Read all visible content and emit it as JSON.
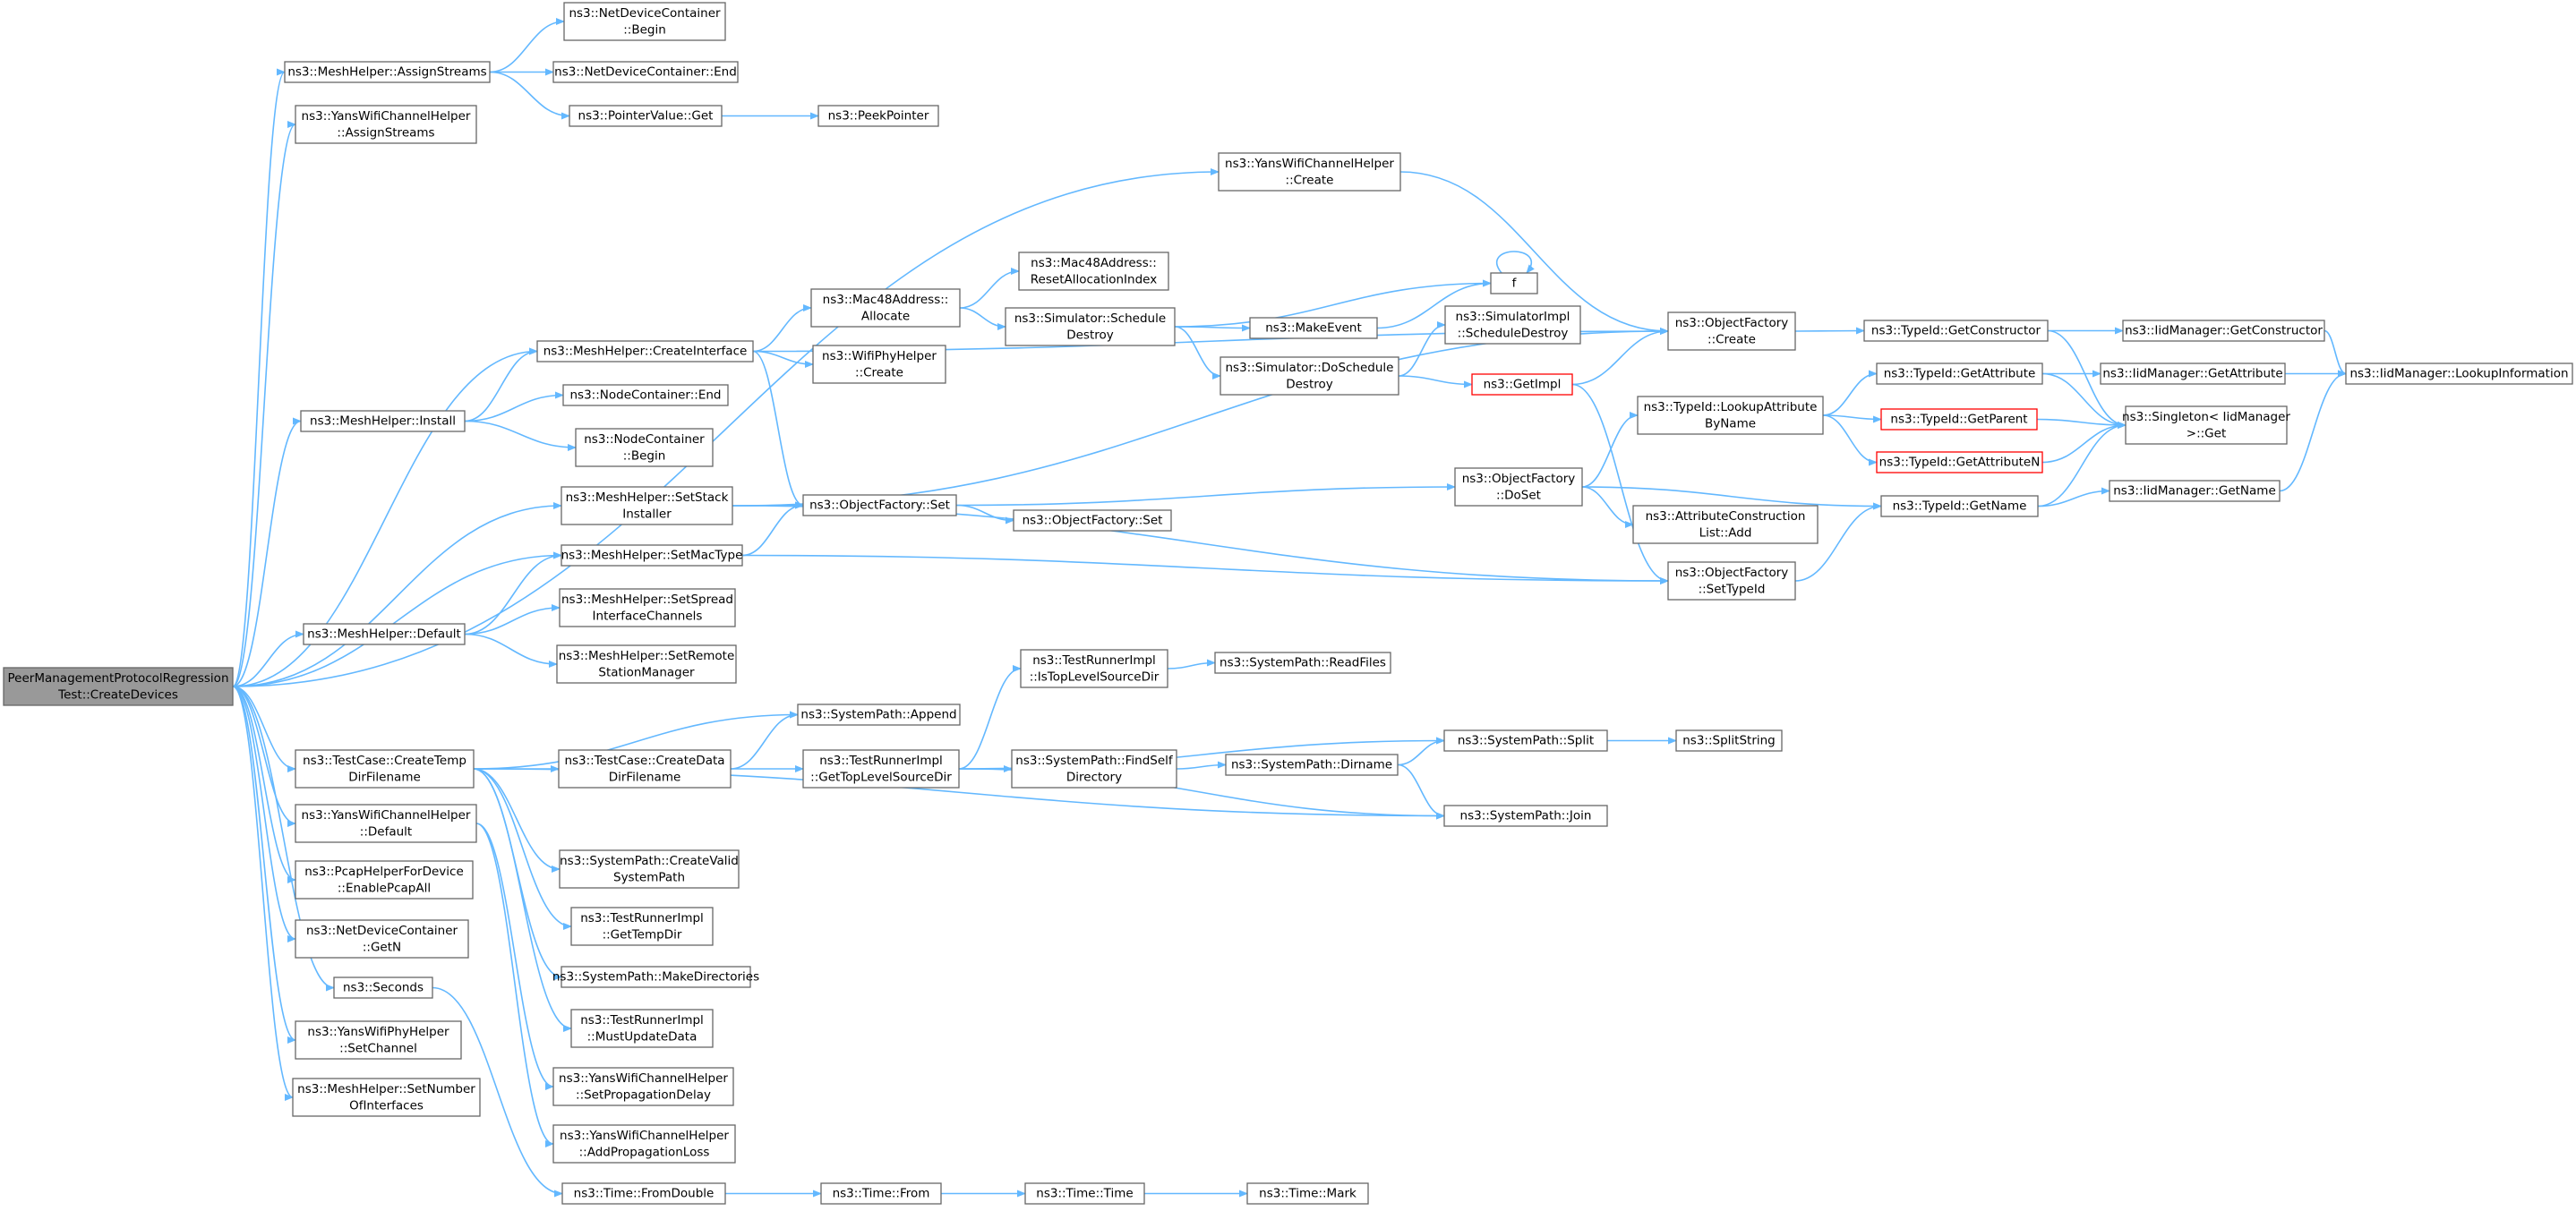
{
  "edge_color": "#63B8FF",
  "node_border_color": "#666666",
  "root_fill_color": "#999999",
  "truncated_border_color": "#ff0000",
  "nodes": [
    {
      "id": "root",
      "lines": [
        "PeerManagementProtocolRegression",
        "Test::CreateDevices"
      ],
      "root": true
    },
    {
      "id": "assignStreams",
      "lines": [
        "ns3::MeshHelper::AssignStreams"
      ]
    },
    {
      "id": "yansAssign",
      "lines": [
        "ns3::YansWifiChannelHelper",
        "::AssignStreams"
      ]
    },
    {
      "id": "ndcBegin",
      "lines": [
        "ns3::NetDeviceContainer",
        "::Begin"
      ]
    },
    {
      "id": "ndcEnd",
      "lines": [
        "ns3::NetDeviceContainer::End"
      ]
    },
    {
      "id": "ptrGet",
      "lines": [
        "ns3::PointerValue::Get"
      ]
    },
    {
      "id": "peek",
      "lines": [
        "ns3::PeekPointer"
      ]
    },
    {
      "id": "yansCreate",
      "lines": [
        "ns3::YansWifiChannelHelper",
        "::Create"
      ]
    },
    {
      "id": "macReset",
      "lines": [
        "ns3::Mac48Address::",
        "ResetAllocationIndex"
      ]
    },
    {
      "id": "f",
      "lines": [
        "f"
      ]
    },
    {
      "id": "macAlloc",
      "lines": [
        "ns3::Mac48Address::",
        "Allocate"
      ]
    },
    {
      "id": "simSched",
      "lines": [
        "ns3::Simulator::Schedule",
        "Destroy"
      ]
    },
    {
      "id": "makeEvent",
      "lines": [
        "ns3::MakeEvent"
      ]
    },
    {
      "id": "createIf",
      "lines": [
        "ns3::MeshHelper::CreateInterface"
      ]
    },
    {
      "id": "wifiPhyCreate",
      "lines": [
        "ns3::WifiPhyHelper",
        "::Create"
      ]
    },
    {
      "id": "simImplSched",
      "lines": [
        "ns3::SimulatorImpl",
        "::ScheduleDestroy"
      ]
    },
    {
      "id": "ofCreate",
      "lines": [
        "ns3::ObjectFactory",
        "::Create"
      ]
    },
    {
      "id": "getCtor",
      "lines": [
        "ns3::TypeId::GetConstructor"
      ]
    },
    {
      "id": "iidGetCtor",
      "lines": [
        "ns3::IidManager::GetConstructor"
      ]
    },
    {
      "id": "lookupInfo",
      "lines": [
        "ns3::IidManager::LookupInformation"
      ]
    },
    {
      "id": "simDoSched",
      "lines": [
        "ns3::Simulator::DoSchedule",
        "Destroy"
      ]
    },
    {
      "id": "getImpl",
      "lines": [
        "ns3::GetImpl"
      ],
      "truncated": true
    },
    {
      "id": "install",
      "lines": [
        "ns3::MeshHelper::Install"
      ]
    },
    {
      "id": "ncEnd",
      "lines": [
        "ns3::NodeContainer::End"
      ]
    },
    {
      "id": "ncBegin",
      "lines": [
        "ns3::NodeContainer",
        "::Begin"
      ]
    },
    {
      "id": "getAttr",
      "lines": [
        "ns3::TypeId::GetAttribute"
      ]
    },
    {
      "id": "iidGetAttr",
      "lines": [
        "ns3::IidManager::GetAttribute"
      ]
    },
    {
      "id": "lookupAttr",
      "lines": [
        "ns3::TypeId::LookupAttribute",
        "ByName"
      ]
    },
    {
      "id": "getParent",
      "lines": [
        "ns3::TypeId::GetParent"
      ],
      "truncated": true
    },
    {
      "id": "singleton",
      "lines": [
        "ns3::Singleton< IidManager",
        ">::Get"
      ]
    },
    {
      "id": "getAttrN",
      "lines": [
        "ns3::TypeId::GetAttributeN"
      ],
      "truncated": true
    },
    {
      "id": "setStack",
      "lines": [
        "ns3::MeshHelper::SetStack",
        "Installer"
      ]
    },
    {
      "id": "ofSet",
      "lines": [
        "ns3::ObjectFactory::Set"
      ]
    },
    {
      "id": "ofDoSet",
      "lines": [
        "ns3::ObjectFactory",
        "::DoSet"
      ]
    },
    {
      "id": "getName",
      "lines": [
        "ns3::TypeId::GetName"
      ]
    },
    {
      "id": "iidGetName",
      "lines": [
        "ns3::IidManager::GetName"
      ]
    },
    {
      "id": "ofSet2",
      "lines": [
        "ns3::ObjectFactory::Set"
      ]
    },
    {
      "id": "attrAdd",
      "lines": [
        "ns3::AttributeConstruction",
        "List::Add"
      ]
    },
    {
      "id": "setMac",
      "lines": [
        "ns3::MeshHelper::SetMacType"
      ]
    },
    {
      "id": "ofSetTid",
      "lines": [
        "ns3::ObjectFactory",
        "::SetTypeId"
      ]
    },
    {
      "id": "default",
      "lines": [
        "ns3::MeshHelper::Default"
      ]
    },
    {
      "id": "setSpread",
      "lines": [
        "ns3::MeshHelper::SetSpread",
        "InterfaceChannels"
      ]
    },
    {
      "id": "setRemote",
      "lines": [
        "ns3::MeshHelper::SetRemote",
        "StationManager"
      ]
    },
    {
      "id": "isTop",
      "lines": [
        "ns3::TestRunnerImpl",
        "::IsTopLevelSourceDir"
      ]
    },
    {
      "id": "readFiles",
      "lines": [
        "ns3::SystemPath::ReadFiles"
      ]
    },
    {
      "id": "append",
      "lines": [
        "ns3::SystemPath::Append"
      ]
    },
    {
      "id": "split",
      "lines": [
        "ns3::SystemPath::Split"
      ]
    },
    {
      "id": "splitString",
      "lines": [
        "ns3::SplitString"
      ]
    },
    {
      "id": "tempDir",
      "lines": [
        "ns3::TestCase::CreateTemp",
        "DirFilename"
      ]
    },
    {
      "id": "dataDir",
      "lines": [
        "ns3::TestCase::CreateData",
        "DirFilename"
      ]
    },
    {
      "id": "getTop",
      "lines": [
        "ns3::TestRunnerImpl",
        "::GetTopLevelSourceDir"
      ]
    },
    {
      "id": "findSelf",
      "lines": [
        "ns3::SystemPath::FindSelf",
        "Directory"
      ]
    },
    {
      "id": "dirname",
      "lines": [
        "ns3::SystemPath::Dirname"
      ]
    },
    {
      "id": "yansDefault",
      "lines": [
        "ns3::YansWifiChannelHelper",
        "::Default"
      ]
    },
    {
      "id": "join",
      "lines": [
        "ns3::SystemPath::Join"
      ]
    },
    {
      "id": "createValid",
      "lines": [
        "ns3::SystemPath::CreateValid",
        "SystemPath"
      ]
    },
    {
      "id": "pcap",
      "lines": [
        "ns3::PcapHelperForDevice",
        "::EnablePcapAll"
      ]
    },
    {
      "id": "getTempDir",
      "lines": [
        "ns3::TestRunnerImpl",
        "::GetTempDir"
      ]
    },
    {
      "id": "getN",
      "lines": [
        "ns3::NetDeviceContainer",
        "::GetN"
      ]
    },
    {
      "id": "makeDirs",
      "lines": [
        "ns3::SystemPath::MakeDirectories"
      ]
    },
    {
      "id": "seconds",
      "lines": [
        "ns3::Seconds"
      ]
    },
    {
      "id": "mustUpdate",
      "lines": [
        "ns3::TestRunnerImpl",
        "::MustUpdateData"
      ]
    },
    {
      "id": "setChannel",
      "lines": [
        "ns3::YansWifiPhyHelper",
        "::SetChannel"
      ]
    },
    {
      "id": "setPropDelay",
      "lines": [
        "ns3::YansWifiChannelHelper",
        "::SetPropagationDelay"
      ]
    },
    {
      "id": "setNumIf",
      "lines": [
        "ns3::MeshHelper::SetNumber",
        "OfInterfaces"
      ]
    },
    {
      "id": "addPropLoss",
      "lines": [
        "ns3::YansWifiChannelHelper",
        "::AddPropagationLoss"
      ]
    },
    {
      "id": "fromDouble",
      "lines": [
        "ns3::Time::FromDouble"
      ]
    },
    {
      "id": "timeFrom",
      "lines": [
        "ns3::Time::From"
      ]
    },
    {
      "id": "timeTime",
      "lines": [
        "ns3::Time::Time"
      ]
    },
    {
      "id": "timeMark",
      "lines": [
        "ns3::Time::Mark"
      ]
    }
  ],
  "edges": [
    [
      "root",
      "assignStreams"
    ],
    [
      "root",
      "yansAssign"
    ],
    [
      "root",
      "yansCreate"
    ],
    [
      "root",
      "createIf"
    ],
    [
      "root",
      "install"
    ],
    [
      "root",
      "setStack"
    ],
    [
      "root",
      "setMac"
    ],
    [
      "root",
      "default"
    ],
    [
      "root",
      "tempDir"
    ],
    [
      "root",
      "yansDefault"
    ],
    [
      "root",
      "pcap"
    ],
    [
      "root",
      "getN"
    ],
    [
      "root",
      "seconds"
    ],
    [
      "root",
      "setChannel"
    ],
    [
      "root",
      "setNumIf"
    ],
    [
      "assignStreams",
      "ndcBegin"
    ],
    [
      "assignStreams",
      "ndcEnd"
    ],
    [
      "assignStreams",
      "ptrGet"
    ],
    [
      "ptrGet",
      "peek"
    ],
    [
      "yansCreate",
      "ofCreate"
    ],
    [
      "createIf",
      "ofCreate"
    ],
    [
      "createIf",
      "macAlloc"
    ],
    [
      "createIf",
      "wifiPhyCreate"
    ],
    [
      "createIf",
      "ofSet"
    ],
    [
      "macAlloc",
      "macReset"
    ],
    [
      "macAlloc",
      "simSched"
    ],
    [
      "simSched",
      "f"
    ],
    [
      "simSched",
      "makeEvent"
    ],
    [
      "simSched",
      "simDoSched"
    ],
    [
      "makeEvent",
      "f"
    ],
    [
      "f",
      "f"
    ],
    [
      "simDoSched",
      "simImplSched"
    ],
    [
      "simDoSched",
      "getImpl"
    ],
    [
      "getImpl",
      "ofCreate"
    ],
    [
      "getImpl",
      "ofSetTid"
    ],
    [
      "ofCreate",
      "getCtor"
    ],
    [
      "getCtor",
      "iidGetCtor"
    ],
    [
      "getCtor",
      "singleton"
    ],
    [
      "iidGetCtor",
      "lookupInfo"
    ],
    [
      "install",
      "createIf"
    ],
    [
      "install",
      "ncEnd"
    ],
    [
      "install",
      "ncBegin"
    ],
    [
      "setStack",
      "ofCreate"
    ],
    [
      "setStack",
      "ofSet"
    ],
    [
      "setStack",
      "ofSetTid"
    ],
    [
      "setMac",
      "ofSet"
    ],
    [
      "setMac",
      "ofSetTid"
    ],
    [
      "default",
      "setMac"
    ],
    [
      "default",
      "setSpread"
    ],
    [
      "default",
      "setRemote"
    ],
    [
      "ofSet",
      "ofDoSet"
    ],
    [
      "ofSet",
      "ofSet2"
    ],
    [
      "ofDoSet",
      "lookupAttr"
    ],
    [
      "ofDoSet",
      "attrAdd"
    ],
    [
      "ofDoSet",
      "getName"
    ],
    [
      "lookupAttr",
      "getAttr"
    ],
    [
      "lookupAttr",
      "getParent"
    ],
    [
      "lookupAttr",
      "getAttrN"
    ],
    [
      "getAttr",
      "iidGetAttr"
    ],
    [
      "getAttr",
      "singleton"
    ],
    [
      "iidGetAttr",
      "lookupInfo"
    ],
    [
      "getParent",
      "singleton"
    ],
    [
      "getAttrN",
      "singleton"
    ],
    [
      "getName",
      "singleton"
    ],
    [
      "getName",
      "iidGetName"
    ],
    [
      "iidGetName",
      "lookupInfo"
    ],
    [
      "ofSetTid",
      "getName"
    ],
    [
      "tempDir",
      "append"
    ],
    [
      "tempDir",
      "dataDir"
    ],
    [
      "tempDir",
      "join"
    ],
    [
      "tempDir",
      "createValid"
    ],
    [
      "tempDir",
      "getTempDir"
    ],
    [
      "tempDir",
      "makeDirs"
    ],
    [
      "tempDir",
      "mustUpdate"
    ],
    [
      "dataDir",
      "append"
    ],
    [
      "dataDir",
      "getTop"
    ],
    [
      "getTop",
      "isTop"
    ],
    [
      "getTop",
      "split"
    ],
    [
      "getTop",
      "findSelf"
    ],
    [
      "getTop",
      "join"
    ],
    [
      "isTop",
      "readFiles"
    ],
    [
      "findSelf",
      "dirname"
    ],
    [
      "dirname",
      "split"
    ],
    [
      "dirname",
      "join"
    ],
    [
      "split",
      "splitString"
    ],
    [
      "yansDefault",
      "setPropDelay"
    ],
    [
      "yansDefault",
      "addPropLoss"
    ],
    [
      "seconds",
      "fromDouble"
    ],
    [
      "fromDouble",
      "timeFrom"
    ],
    [
      "timeFrom",
      "timeTime"
    ],
    [
      "timeTime",
      "timeMark"
    ]
  ]
}
